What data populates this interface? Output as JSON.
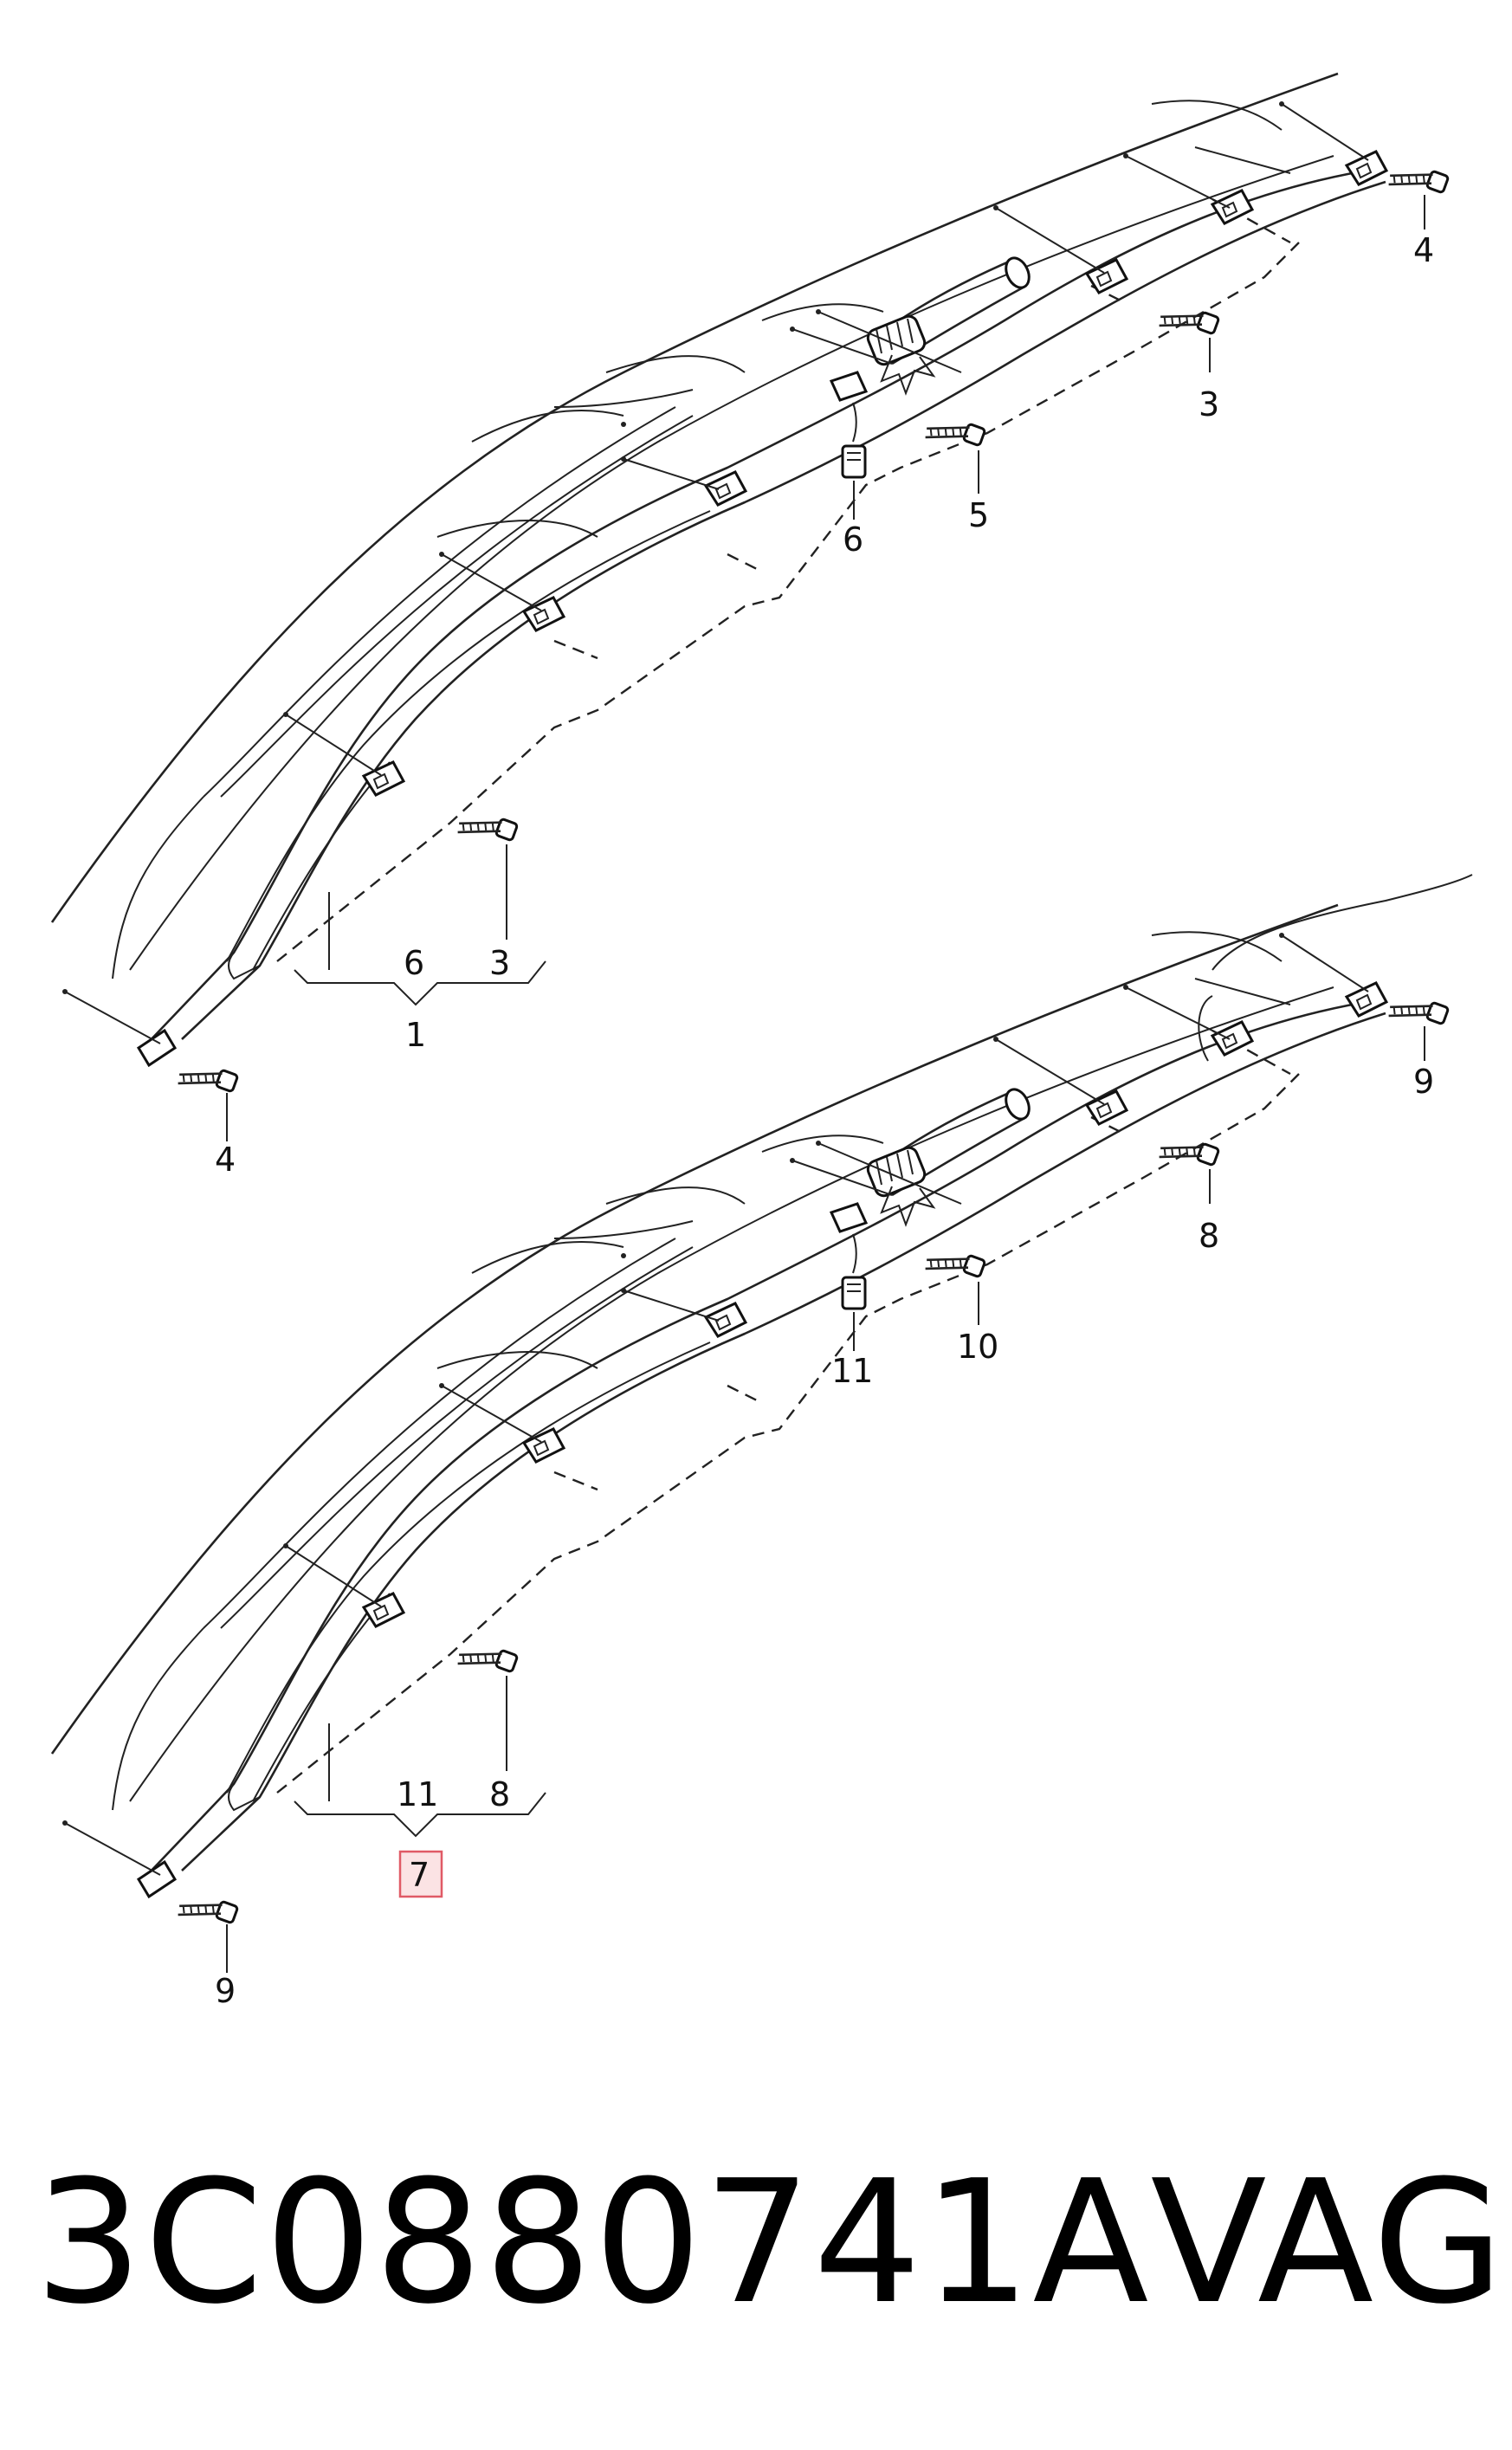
{
  "diagram": {
    "upper": {
      "labels": {
        "l4a": "4",
        "l3a": "3",
        "l5": "5",
        "l6a": "6",
        "l6b": "6",
        "l3b": "3",
        "l1": "1",
        "l4b": "4"
      }
    },
    "lower": {
      "labels": {
        "l9a": "9",
        "l8a": "8",
        "l10": "10",
        "l11a": "11",
        "l11b": "11",
        "l8b": "8",
        "l7": "7",
        "l9b": "9"
      },
      "highlighted_label": "7",
      "highlight_color": "#e05a66"
    }
  },
  "footer": {
    "part_number": "3C0880741A",
    "brand": "VAG"
  }
}
